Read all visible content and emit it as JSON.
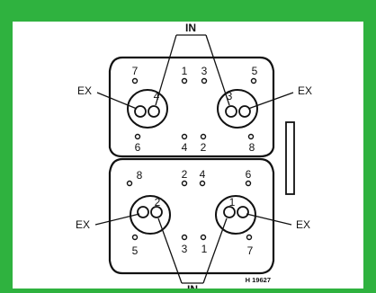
{
  "figure": {
    "reference": "H 19627",
    "intake_label": "IN",
    "exhaust_label": "EX",
    "upper_head": {
      "outer_bolts": [
        "7",
        "1",
        "3",
        "5",
        "6",
        "4",
        "2",
        "8"
      ],
      "chambers": [
        {
          "number": "4",
          "exhaust": "EX",
          "intake": "IN"
        },
        {
          "number": "3",
          "exhaust": "EX",
          "intake": "IN"
        }
      ]
    },
    "lower_head": {
      "outer_bolts": [
        "8",
        "2",
        "4",
        "6",
        "5",
        "3",
        "1",
        "7"
      ],
      "chambers": [
        {
          "number": "2",
          "exhaust": "EX",
          "intake": "IN"
        },
        {
          "number": "1",
          "exhaust": "EX",
          "intake": "IN"
        }
      ]
    }
  },
  "colors": {
    "frame": "#2fb23f",
    "paper": "#ffffff",
    "ink": "#111111"
  }
}
